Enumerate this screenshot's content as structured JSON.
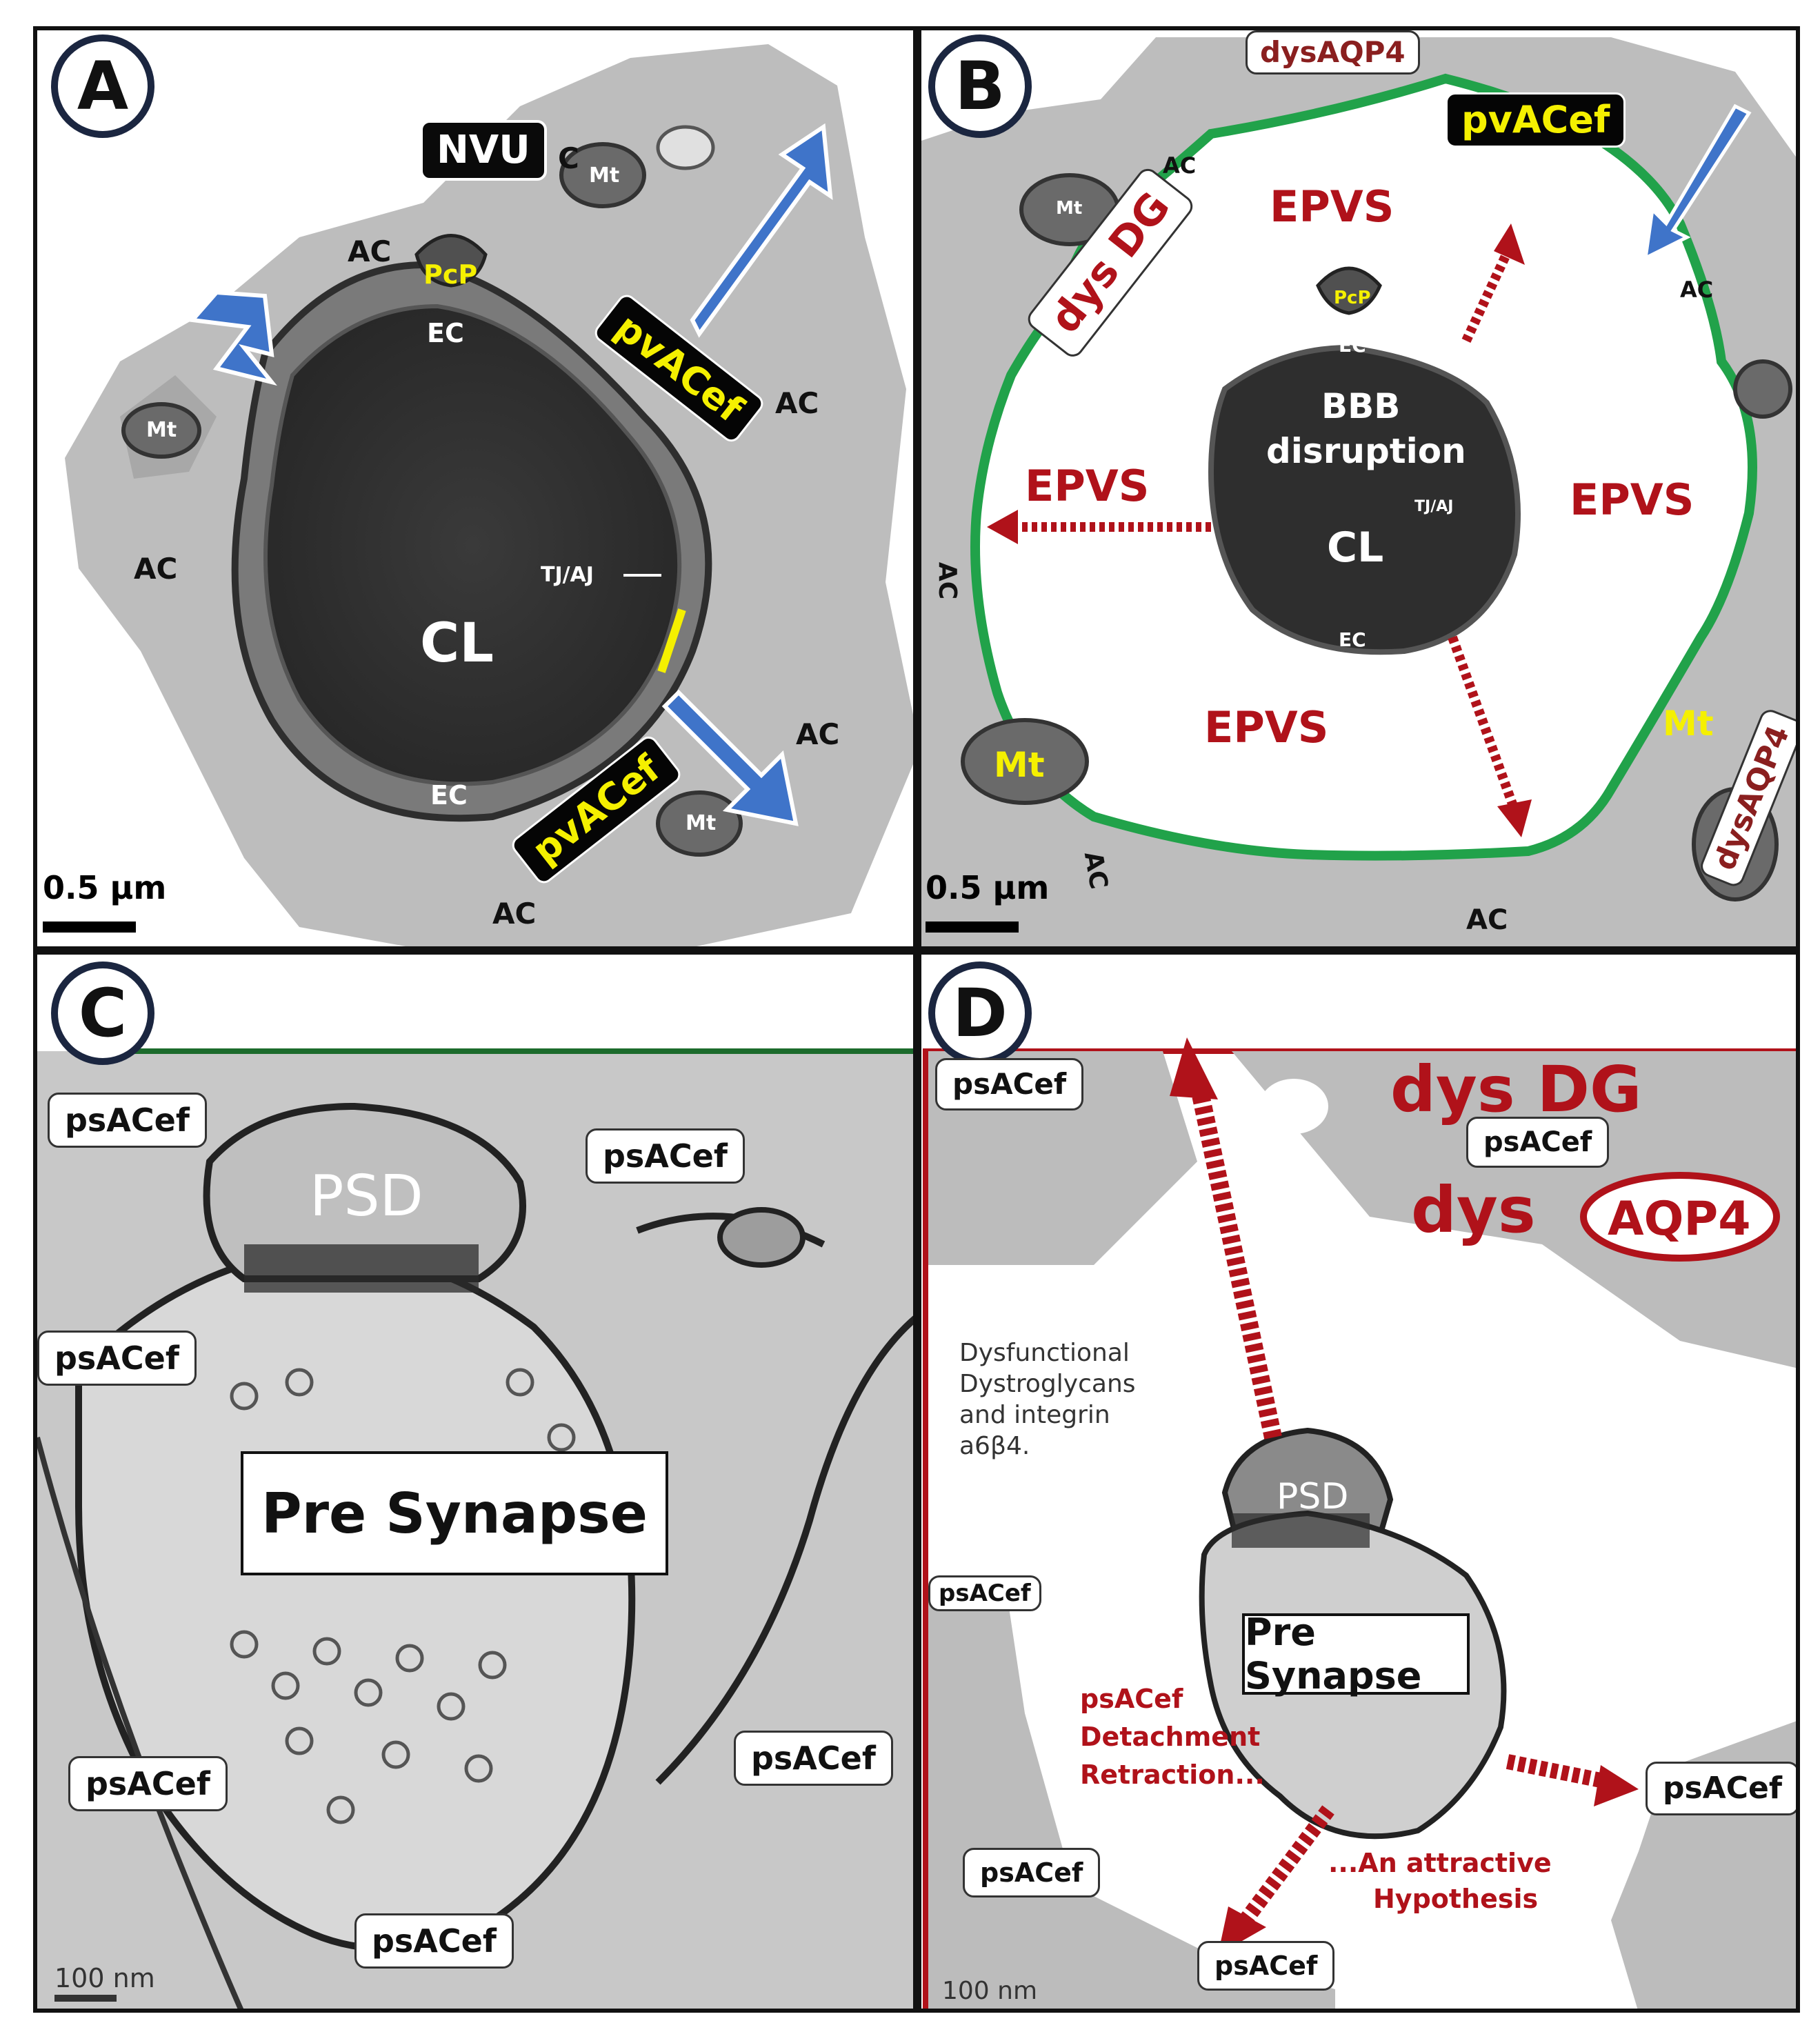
{
  "panels": {
    "A": {
      "letter": "A",
      "labels": {
        "nvu": "NVU",
        "pcp": "PcP",
        "ec_top": "EC",
        "ec_bottom": "EC",
        "cl": "CL",
        "tjaj": "TJ/AJ",
        "pvacef_top": "pvACef",
        "pvacef_bottom": "pvACef",
        "ac_topleft": "AC",
        "ac_left": "AC",
        "ac_right": "AC",
        "ac_rightlow": "AC",
        "ac_bottom": "AC",
        "ac_top": "C",
        "mt_left": "Mt",
        "mt_top": "Mt",
        "mt_bottom": "Mt",
        "scale": "0.5 µm"
      }
    },
    "B": {
      "letter": "B",
      "labels": {
        "dysaqp4_top": "dysAQP4",
        "pvacef": "pvACef",
        "dys_dg": "dys DG",
        "epvs_top": "EPVS",
        "epvs_left": "EPVS",
        "epvs_right": "EPVS",
        "epvs_bottom": "EPVS",
        "bbb": "BBB",
        "disruption": "disruption",
        "pcp": "PcP",
        "ec_top": "EC",
        "ec_bottom": "EC",
        "cl": "CL",
        "tjaj": "TJ/AJ",
        "ac_top": "AC",
        "ac_right": "AC",
        "ac_left": "AC",
        "ac_bottom": "AC",
        "ac_bottom2": "AC",
        "mt_left": "Mt",
        "mt_right": "Mt",
        "mt_top": "Mt",
        "dysaqp4_right": "dysAQP4",
        "scale": "0.5 µm"
      }
    },
    "C": {
      "letter": "C",
      "labels": {
        "psd": "PSD",
        "pre_synapse": "Pre Synapse",
        "psacef_1": "psACef",
        "psacef_2": "psACef",
        "psacef_3": "psACef",
        "psacef_4": "psACef",
        "psacef_5": "psACef",
        "psacef_6": "psACef",
        "scale": "100 nm"
      }
    },
    "D": {
      "letter": "D",
      "labels": {
        "dys_dg": "dys DG",
        "dys": "dys",
        "aqp4": "AQP4",
        "psd": "PSD",
        "pre_synapse": "Pre Synapse",
        "note_line1": "Dysfunctional",
        "note_line2": "Dystroglycans",
        "note_line3": "and integrin",
        "note_line4": "a6β4.",
        "detach_line1": "psACef",
        "detach_line2": "Detachment",
        "detach_line3": "Retraction...",
        "hyp_line1": "...An attractive",
        "hyp_line2": "Hypothesis",
        "psacef_1": "psACef",
        "psacef_2": "psACef",
        "psacef_3": "psACef",
        "psacef_4": "psACef",
        "psacef_5": "psACef",
        "psacef_6": "psACef",
        "scale": "100 nm"
      }
    }
  },
  "colors": {
    "accent_blue": "#3f74c9",
    "accent_red": "#b0121a",
    "accent_green": "#21a24a",
    "label_yellow": "#f5f000"
  }
}
